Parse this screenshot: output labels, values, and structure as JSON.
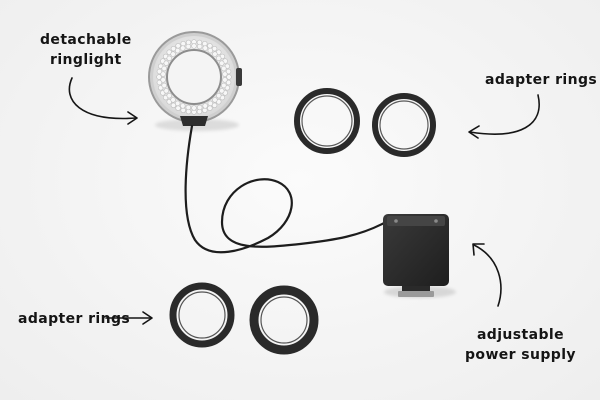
{
  "labels": {
    "ringlight": [
      "detachable",
      "ringlight"
    ],
    "adapter_top": "adapter rings",
    "adapter_bottom": "adapter rings",
    "power_supply": [
      "adjustable",
      "power supply"
    ]
  },
  "colors": {
    "background": "#f4f4f4",
    "device_dark": "#2b2b2b",
    "led_ring": "#e9e9e9",
    "ink": "#151515"
  }
}
